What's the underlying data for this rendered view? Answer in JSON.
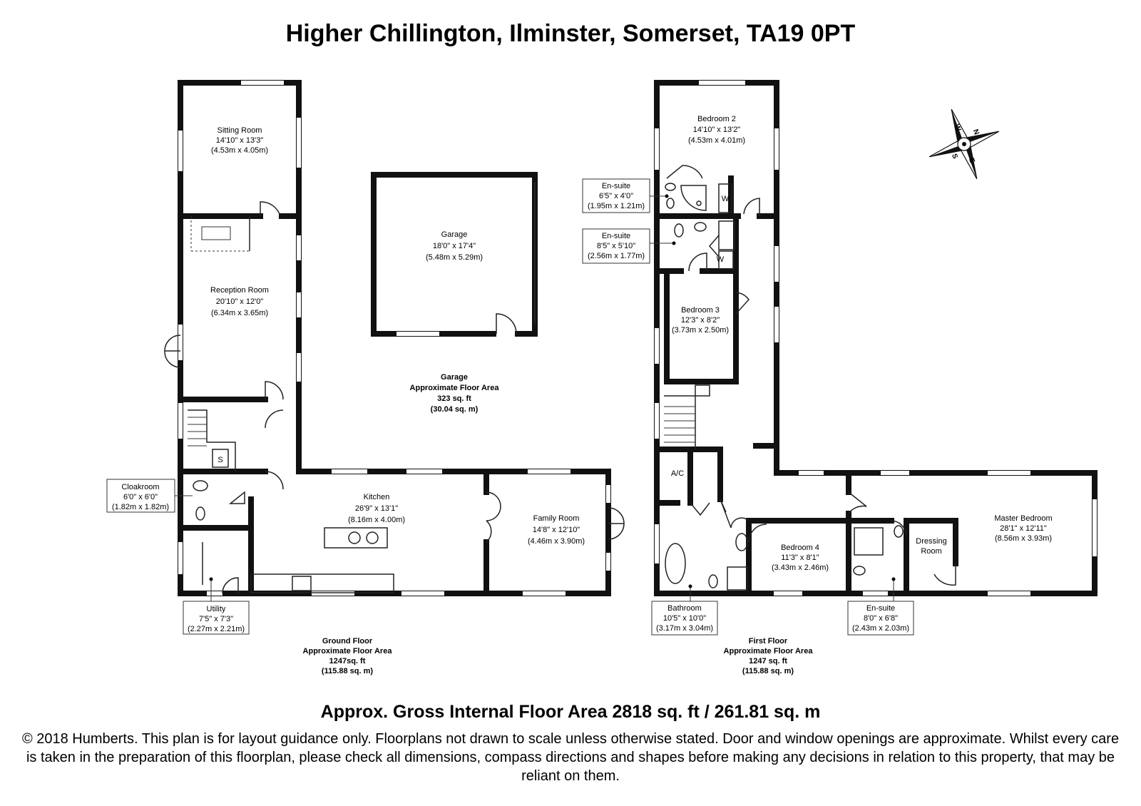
{
  "title": "Higher Chillington, Ilminster, Somerset, TA19 0PT",
  "rooms": {
    "sitting": {
      "name": "Sitting Room",
      "imperial": "14'10\" x 13'3\"",
      "metric": "(4.53m x 4.05m)"
    },
    "reception": {
      "name": "Reception Room",
      "imperial": "20'10\" x 12'0\"",
      "metric": "(6.34m x 3.65m)"
    },
    "garage": {
      "name": "Garage",
      "imperial": "18'0\" x 17'4\"",
      "metric": "(5.48m x 5.29m)"
    },
    "kitchen": {
      "name": "Kitchen",
      "imperial": "26'9\" x 13'1\"",
      "metric": "(8.16m x 4.00m)"
    },
    "family": {
      "name": "Family Room",
      "imperial": "14'8\" x 12'10\"",
      "metric": "(4.46m x 3.90m)"
    },
    "cloakroom": {
      "name": "Cloakroom",
      "imperial": "6'0\" x 6'0\"",
      "metric": "(1.82m x 1.82m)"
    },
    "utility": {
      "name": "Utility",
      "imperial": "7'5\" x 7'3\"",
      "metric": "(2.27m x 2.21m)"
    },
    "bedroom2": {
      "name": "Bedroom 2",
      "imperial": "14'10\" x 13'2\"",
      "metric": "(4.53m x 4.01m)"
    },
    "ensuite1": {
      "name": "En-suite",
      "imperial": "6'5\" x 4'0\"",
      "metric": "(1.95m x 1.21m)"
    },
    "ensuite2": {
      "name": "En-suite",
      "imperial": "8'5\" x 5'10\"",
      "metric": "(2.56m x 1.77m)"
    },
    "bedroom3": {
      "name": "Bedroom 3",
      "imperial": "12'3\" x 8'2\"",
      "metric": "(3.73m x 2.50m)"
    },
    "bedroom4": {
      "name": "Bedroom 4",
      "imperial": "11'3\" x 8'1\"",
      "metric": "(3.43m x 2.46m)"
    },
    "bathroom": {
      "name": "Bathroom",
      "imperial": "10'5\" x 10'0\"",
      "metric": "(3.17m x 3.04m)"
    },
    "master": {
      "name": "Master Bedroom",
      "imperial": "28'1\" x 12'11\"",
      "metric": "(8.56m x 3.93m)"
    },
    "ensuite3": {
      "name": "En-suite",
      "imperial": "8'0\" x 6'8\"",
      "metric": "(2.43m x 2.03m)"
    },
    "dressing": {
      "line1": "Dressing",
      "line2": "Room"
    }
  },
  "fixtures": {
    "ac": "A/C",
    "s": "S",
    "w1": "W",
    "w2": "W"
  },
  "areas": {
    "garage": {
      "line1": "Garage",
      "line2": "Approximate Floor Area",
      "line3": "323 sq. ft",
      "line4": "(30.04 sq. m)"
    },
    "ground": {
      "line1": "Ground Floor",
      "line2": "Approximate Floor Area",
      "line3": "1247sq. ft",
      "line4": "(115.88 sq. m)"
    },
    "first": {
      "line1": "First Floor",
      "line2": "Approximate Floor Area",
      "line3": "1247 sq. ft",
      "line4": "(115.88 sq. m)"
    }
  },
  "compass": {
    "n": "N",
    "e": "E",
    "s": "S",
    "w": "W"
  },
  "gross_area": "Approx. Gross Internal Floor Area 2818 sq. ft / 261.81 sq. m",
  "disclaimer": "© 2018 Humberts. This plan is for layout guidance only. Floorplans not drawn to scale unless otherwise stated. Door and window openings are approximate. Whilst every care is taken in the preparation of this floorplan, please check all dimensions, compass directions and shapes before making any decisions in relation to this property, that may be reliant on them."
}
